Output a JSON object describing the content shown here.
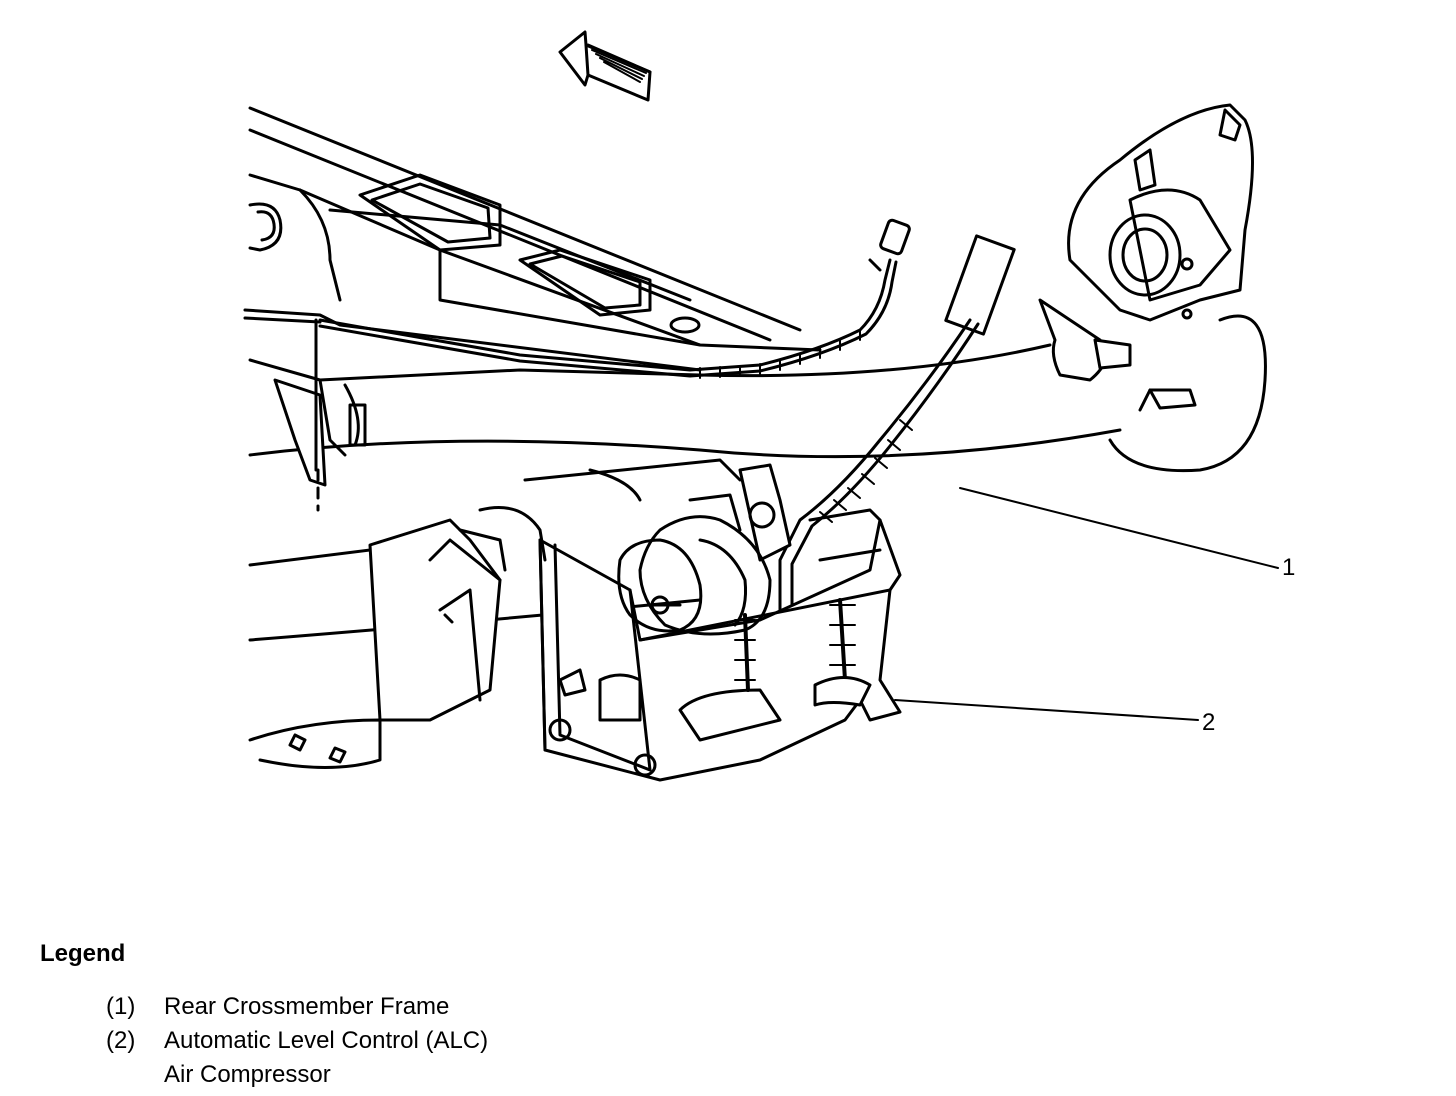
{
  "callouts": [
    {
      "number": "1"
    },
    {
      "number": "2"
    }
  ],
  "legend": {
    "title": "Legend",
    "items": [
      {
        "number": "(1)",
        "lines": [
          "Rear Crossmember Frame"
        ]
      },
      {
        "number": "(2)",
        "lines": [
          "Automatic Level Control (ALC)",
          "Air Compressor"
        ]
      }
    ]
  },
  "colors": {
    "line": "#000000",
    "background": "#ffffff"
  },
  "icons": {
    "direction_arrow": "forward-arrow-icon"
  }
}
